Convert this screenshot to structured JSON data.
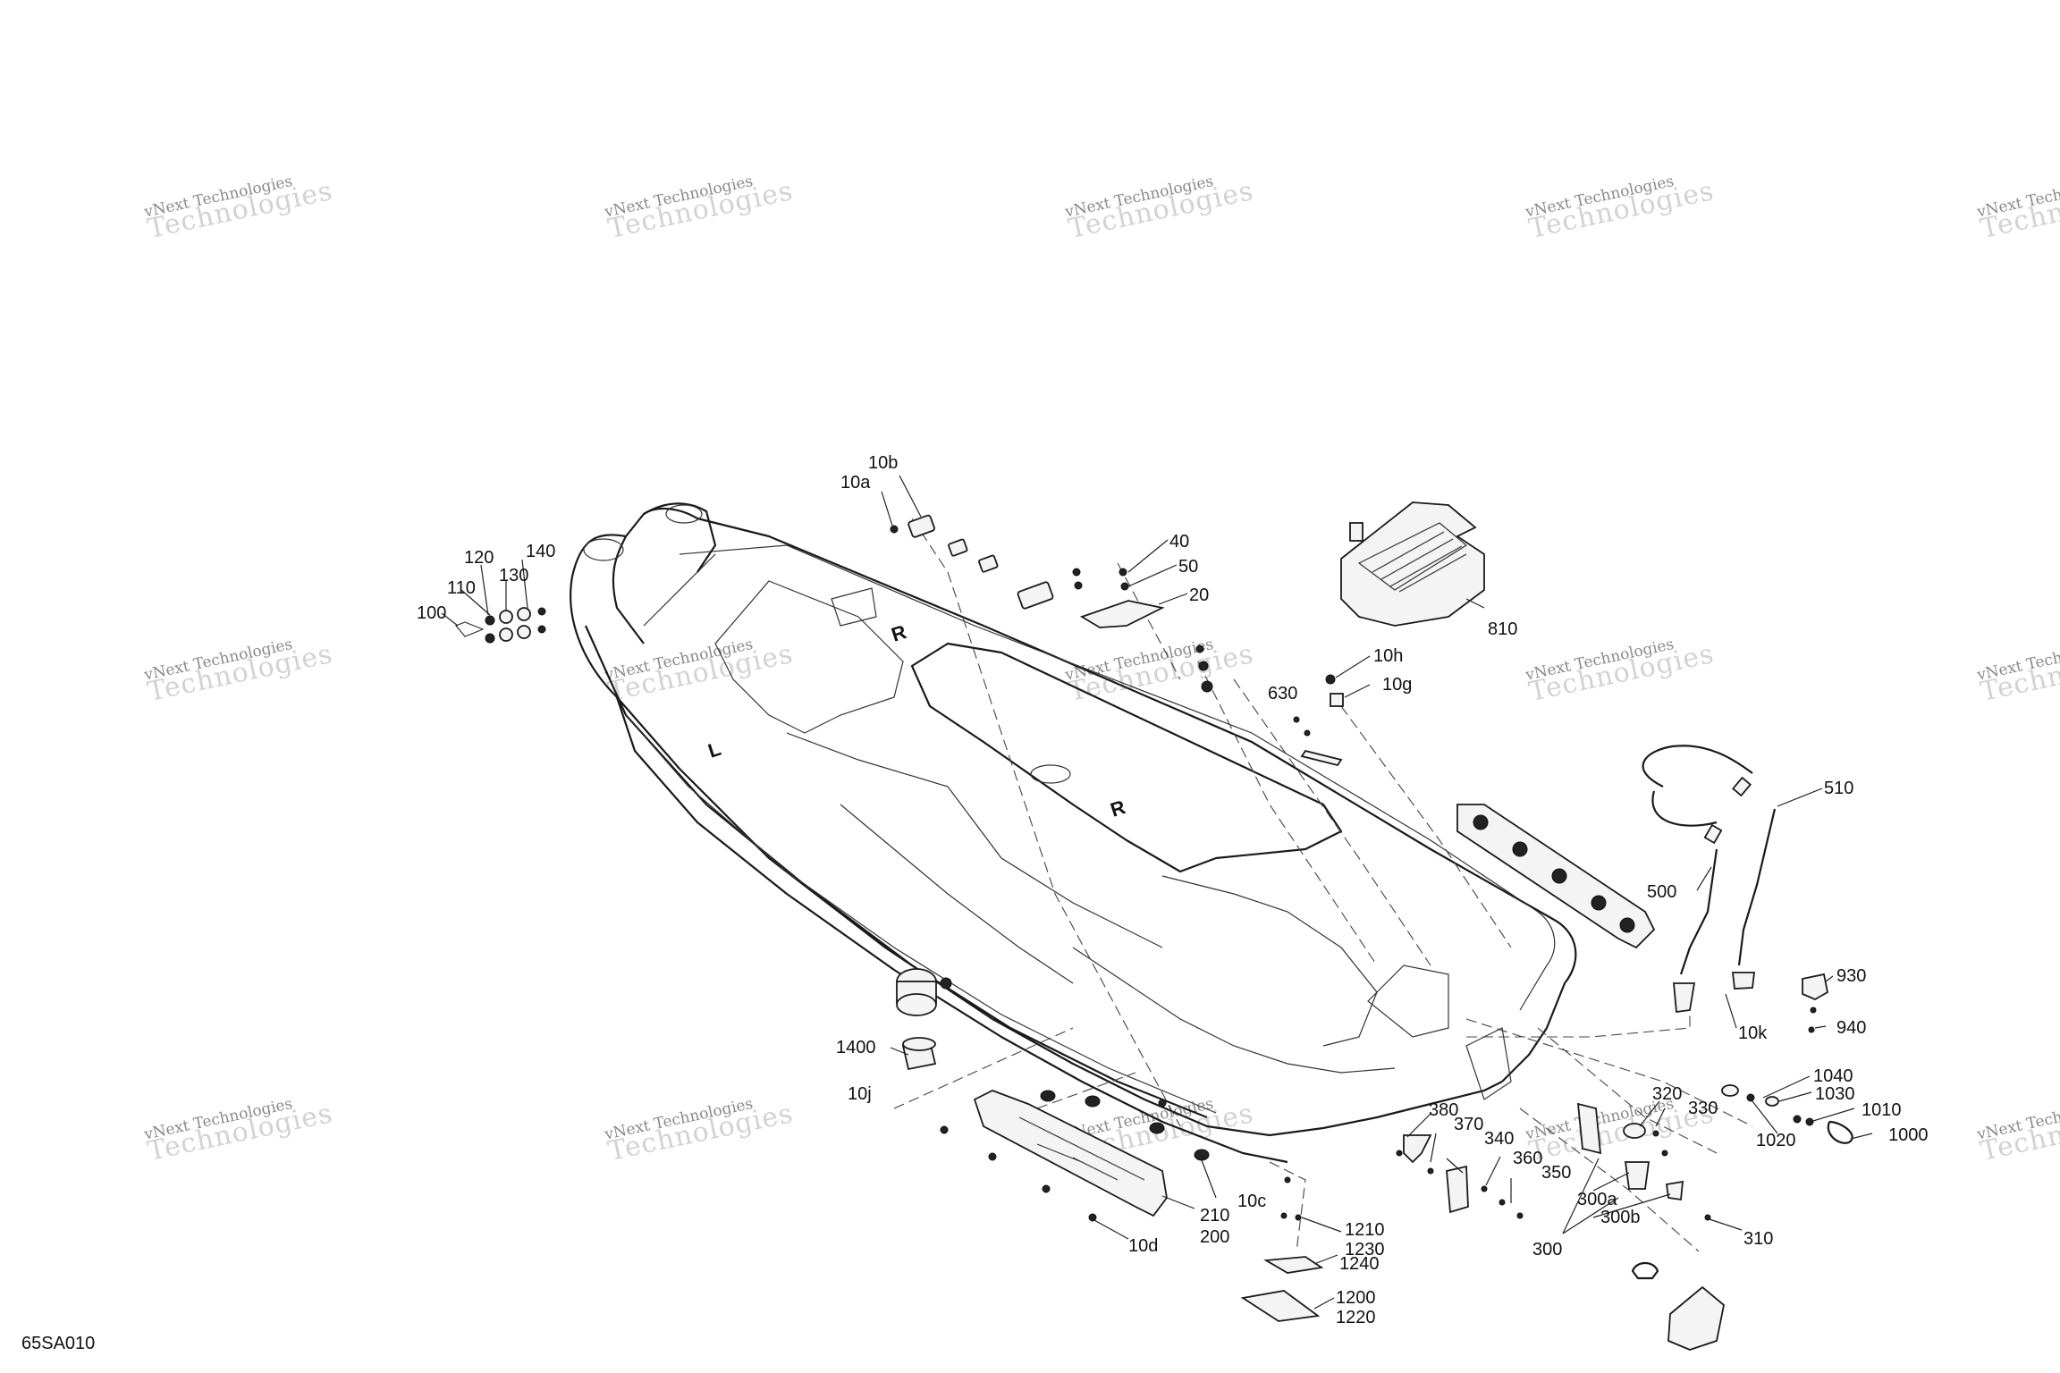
{
  "diagram_code": "65SA010",
  "watermark": {
    "line1": "vNext Technologies",
    "line2": "Technologies",
    "line0": "vNext"
  },
  "callouts": {
    "c10b": "10b",
    "c10a": "10a",
    "c40": "40",
    "c50": "50",
    "c20": "20",
    "c120": "120",
    "c140": "140",
    "c130": "130",
    "c110": "110",
    "c100": "100",
    "c810": "810",
    "c10h": "10h",
    "c10g": "10g",
    "c630": "630",
    "c510": "510",
    "c500": "500",
    "c930": "930",
    "c10k": "10k",
    "c940": "940",
    "c1400": "1400",
    "c10j": "10j",
    "c1040": "1040",
    "c1030": "1030",
    "c1010": "1010",
    "c1020": "1020",
    "c1000": "1000",
    "c320": "320",
    "c330": "330",
    "c380": "380",
    "c370": "370",
    "c340": "340",
    "c360": "360",
    "c350": "350",
    "c300a": "300a",
    "c300b": "300b",
    "c300": "300",
    "c310": "310",
    "c10c": "10c",
    "c210": "210",
    "c200": "200",
    "c10d": "10d",
    "c1210": "1210",
    "c1230": "1230",
    "c1240": "1240",
    "c1200": "1200",
    "c1220": "1220"
  }
}
